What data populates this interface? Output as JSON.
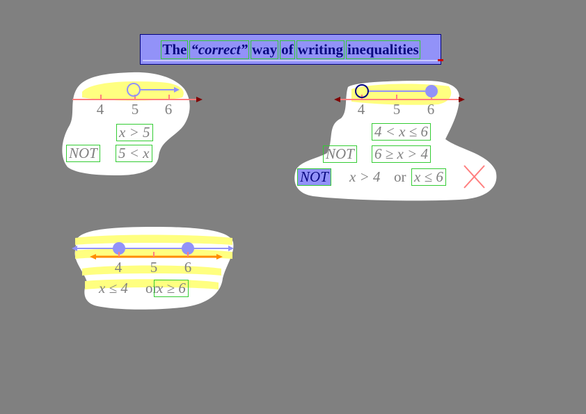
{
  "title": {
    "word_the": "The",
    "word_correct": "“correct”",
    "word_way": "way",
    "word_of": "of",
    "word_writing": "writing",
    "word_inequalities": "inequalities"
  },
  "panel1": {
    "ticks": [
      "4",
      "5",
      "6"
    ],
    "correct_form": "x > 5",
    "not_label": "NOT",
    "wrong_form": "5 < x"
  },
  "panel2": {
    "ticks": [
      "4",
      "5",
      "6"
    ],
    "correct_form": "4 < x ≤ 6",
    "not_label_1": "NOT",
    "wrong_form_1": "6 ≥ x > 4",
    "not_label_2": "NOT",
    "wrong_part_a": "x > 4",
    "or_word": "or",
    "wrong_part_b": "x ≤ 6",
    "cross_icon": "cross-mark-icon"
  },
  "panel3": {
    "ticks": [
      "4",
      "5",
      "6"
    ],
    "part_a": "x ≤ 4",
    "or_word": "or",
    "part_b": "x ≥ 6"
  },
  "colors": {
    "background": "#808080",
    "title_fill": "#9292f8",
    "title_text": "#0a0a80",
    "box_border": "#33cc33",
    "number_line": "#ff7f7f",
    "highlight": "#ffff80",
    "arrow": "#9292f8",
    "orange_arrow": "#ff8c00",
    "dark_red": "#800000"
  }
}
